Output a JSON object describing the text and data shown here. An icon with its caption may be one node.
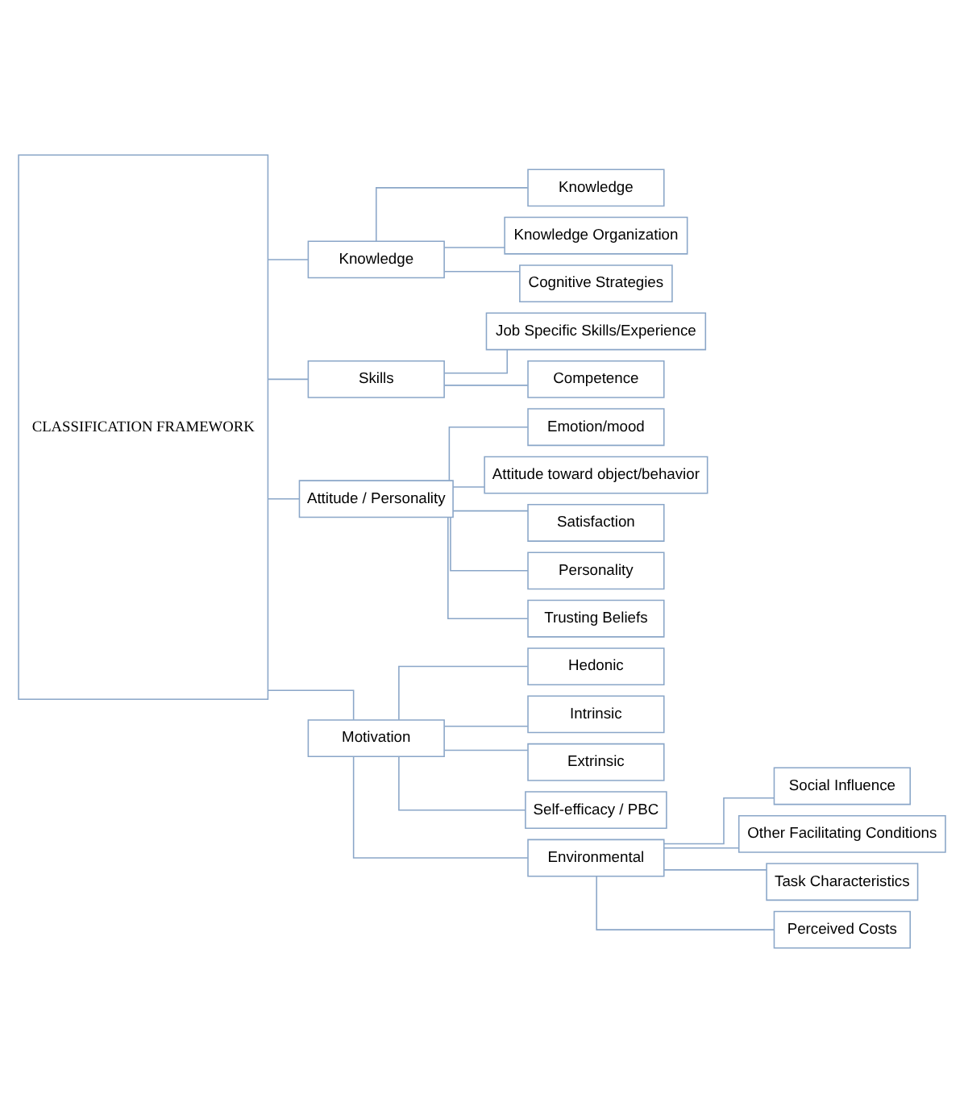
{
  "diagram": {
    "nodes": [
      {
        "text": [
          "CLASSIFICATION FRAMEWORK"
        ]
      },
      {
        "text": [
          "Knowledge"
        ]
      },
      {
        "text": [
          "Knowledge"
        ]
      },
      {
        "text": [
          "Knowledge Organization"
        ]
      },
      {
        "text": [
          "Cognitive Strategies"
        ]
      },
      {
        "text": [
          "Skills"
        ]
      },
      {
        "text": [
          "Job Specific Skills/Experience"
        ]
      },
      {
        "text": [
          "Competence"
        ]
      },
      {
        "text": [
          "Attitude / Personality"
        ]
      },
      {
        "text": [
          "Emotion/mood"
        ]
      },
      {
        "text": [
          "Attitude toward object/behavior"
        ]
      },
      {
        "text": [
          "Satisfaction"
        ]
      },
      {
        "text": [
          "Personality"
        ]
      },
      {
        "text": [
          "Trusting Beliefs"
        ]
      },
      {
        "text": [
          "Motivation"
        ]
      },
      {
        "text": [
          "Hedonic"
        ]
      },
      {
        "text": [
          "Intrinsic"
        ]
      },
      {
        "text": [
          "Extrinsic"
        ]
      },
      {
        "text": [
          "Self-efficacy / PBC"
        ]
      },
      {
        "text": [
          "Environmental"
        ]
      },
      {
        "text": [
          "Social Influence"
        ]
      },
      {
        "text": [
          "Other Facilitating Conditions"
        ]
      },
      {
        "text": [
          "Task Characteristics"
        ]
      },
      {
        "text": [
          "Perceived Costs"
        ]
      }
    ],
    "edges": [
      {
        "from": 0,
        "to": 1,
        "arrow": "none"
      },
      {
        "from": 0,
        "to": 5,
        "arrow": "none"
      },
      {
        "from": 0,
        "to": 8,
        "arrow": "none"
      },
      {
        "from": 0,
        "to": 14,
        "arrow": "none"
      },
      {
        "from": 1,
        "to": 2,
        "arrow": "none"
      },
      {
        "from": 1,
        "to": 3,
        "arrow": "none"
      },
      {
        "from": 1,
        "to": 4,
        "arrow": "none"
      },
      {
        "from": 5,
        "to": 6,
        "arrow": "none"
      },
      {
        "from": 5,
        "to": 7,
        "arrow": "none"
      },
      {
        "from": 8,
        "to": 9,
        "arrow": "none"
      },
      {
        "from": 8,
        "to": 10,
        "arrow": "none"
      },
      {
        "from": 8,
        "to": 11,
        "arrow": "none"
      },
      {
        "from": 8,
        "to": 12,
        "arrow": "none"
      },
      {
        "from": 8,
        "to": 13,
        "arrow": "none"
      },
      {
        "from": 14,
        "to": 15,
        "arrow": "none"
      },
      {
        "from": 14,
        "to": 16,
        "arrow": "none"
      },
      {
        "from": 14,
        "to": 17,
        "arrow": "none"
      },
      {
        "from": 14,
        "to": 18,
        "arrow": "none"
      },
      {
        "from": 14,
        "to": 19,
        "arrow": "none"
      },
      {
        "from": 19,
        "to": 20,
        "arrow": "none"
      },
      {
        "from": 19,
        "to": 21,
        "arrow": "none"
      },
      {
        "from": 19,
        "to": 22,
        "arrow": "none"
      },
      {
        "from": 19,
        "to": 23,
        "arrow": "none"
      }
    ]
  }
}
